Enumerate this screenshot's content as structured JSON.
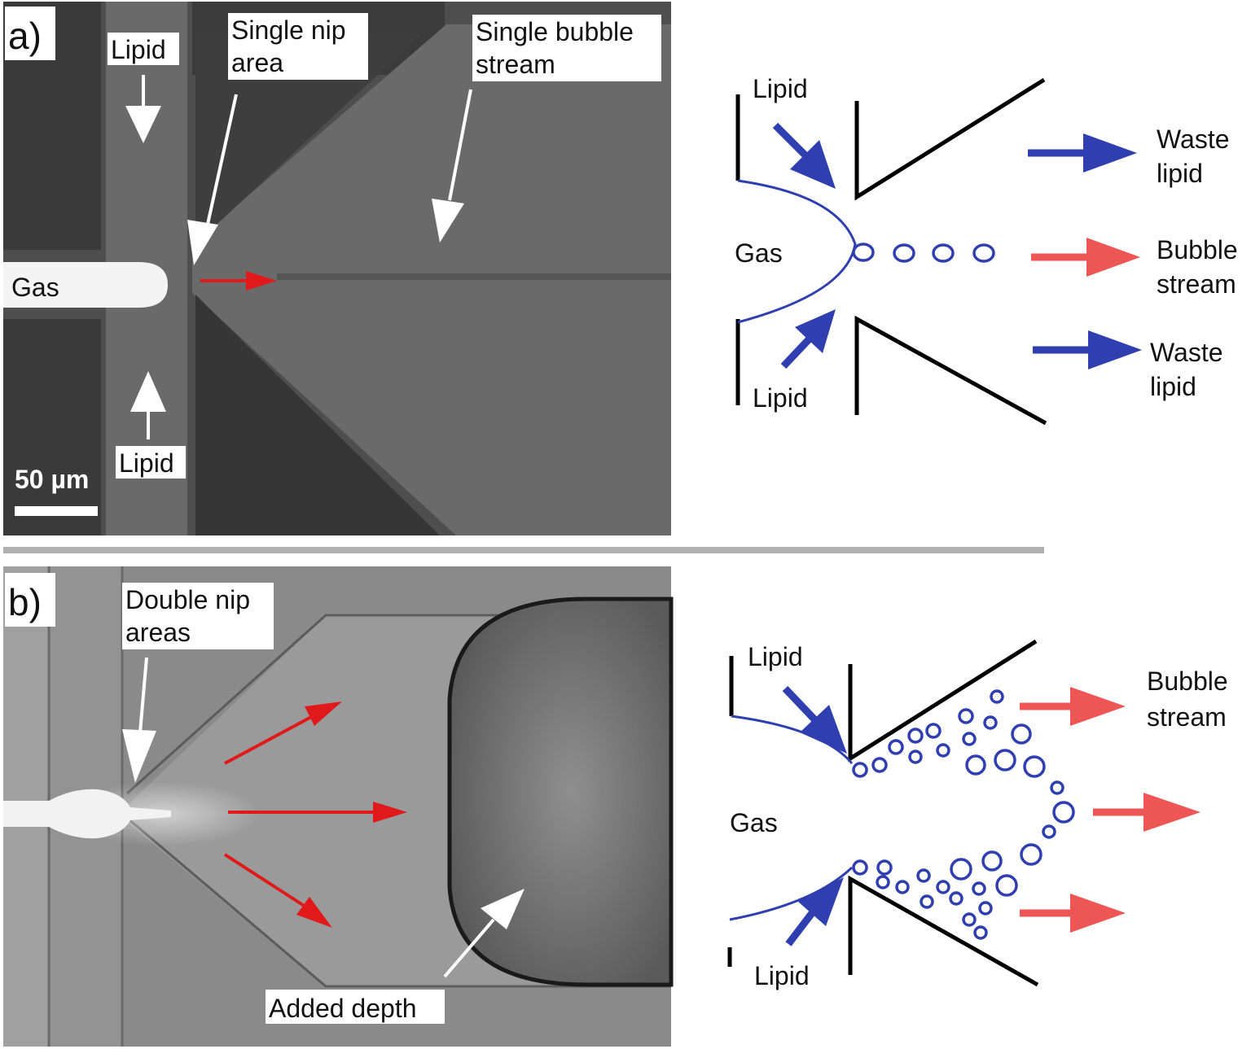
{
  "panel_a": {
    "panel_label": "a)",
    "micrograph": {
      "lipid_top": "Lipid",
      "lipid_bottom": "Lipid",
      "nip_area": [
        "Single nip",
        "area"
      ],
      "bubble_stream": [
        "Single bubble",
        "stream"
      ],
      "gas": "Gas",
      "scale_bar": "50 µm"
    },
    "schematic": {
      "lipid_top": "Lipid",
      "lipid_bottom": "Lipid",
      "gas": "Gas",
      "waste_top": [
        "Waste",
        "lipid"
      ],
      "bubble_stream": [
        "Bubble",
        "stream"
      ],
      "waste_bottom": [
        "Waste",
        "lipid"
      ]
    }
  },
  "panel_b": {
    "panel_label": "b)",
    "micrograph": {
      "nip_areas": [
        "Double nip",
        "areas"
      ],
      "added_depth": "Added depth"
    },
    "schematic": {
      "lipid_top": "Lipid",
      "lipid_bottom": "Lipid",
      "gas": "Gas",
      "bubble_stream": [
        "Bubble",
        "stream"
      ]
    }
  },
  "colors": {
    "lipid_flow": "#2f3fb0",
    "bubble_flow": "#ee5555",
    "micro_arrow": "#e01a1a",
    "wall": "#000000",
    "divider": "#b0b0b0"
  }
}
